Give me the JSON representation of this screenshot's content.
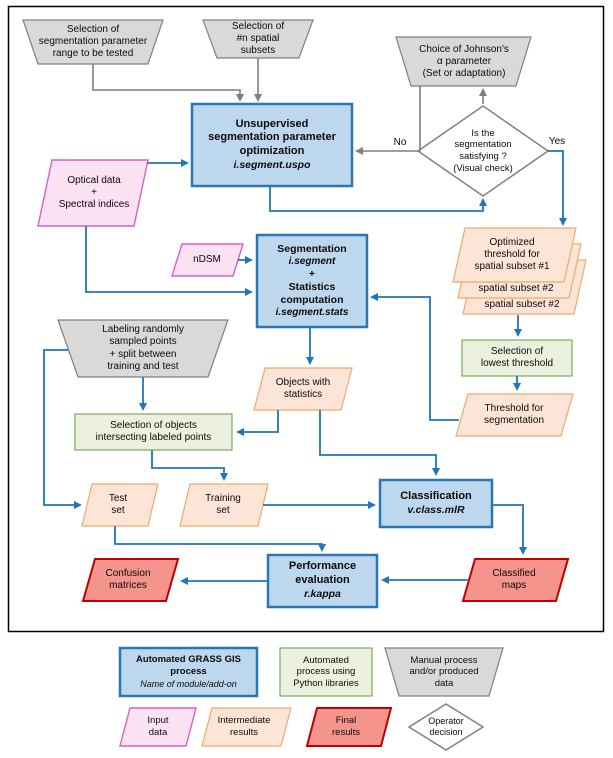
{
  "colors": {
    "process_fill": "#BDD7EE",
    "process_border": "#2E75B6",
    "python_fill": "#EBF1DE",
    "python_border": "#7CAC5C",
    "manual_fill": "#D9D9D9",
    "manual_border": "#808080",
    "input_fill": "#FBE2F3",
    "input_border": "#DD5EC4",
    "intermediate_fill": "#FCE4D6",
    "intermediate_border": "#EDAA6E",
    "final_fill": "#F4948C",
    "final_border": "#C00000",
    "decision_fill": "#FFFFFF",
    "decision_border": "#808080",
    "arrow_blue": "#1F76BC",
    "arrow_gray": "#7F7F7F",
    "frame_border": "#000000"
  },
  "nodes": {
    "sel_param_range": {
      "label": "Selection of\nsegmentation parameter\nrange to be tested"
    },
    "sel_subsets": {
      "label": "Selection of\n#n spatial\nsubsets"
    },
    "johnson": {
      "label": "Choice of Johnson's\nα parameter\n(Set or adaptation)"
    },
    "uspo": {
      "title": "Unsupervised\nsegmentation parameter\noptimization",
      "module": "i.segment.uspo"
    },
    "decision": {
      "label": "Is the\nsegmentation\nsatisfying ?\n(Visual check)",
      "no_label": "No",
      "yes_label": "Yes"
    },
    "optical": {
      "label": "Optical data\n+\nSpectral indices"
    },
    "ndsm": {
      "label": "nDSM"
    },
    "seg_stats": {
      "title1": "Segmentation",
      "module1": "i.segment",
      "plus": "+",
      "title2": "Statistics\ncomputation",
      "module2": "i.segment.stats"
    },
    "opt_threshold_1": {
      "label": "Optimized\nthreshold for\nspatial subset #1"
    },
    "opt_threshold_2": {
      "label": "spatial subset #2"
    },
    "opt_threshold_3": {
      "label": "spatial subset #2"
    },
    "lowest_threshold": {
      "label": "Selection of\nlowest threshold"
    },
    "threshold_seg": {
      "label": "Threshold for\nsegmentation"
    },
    "labeling": {
      "label": "Labeling randomly\nsampled points\n+ split between\ntraining and test"
    },
    "objects_stats": {
      "label": "Objects with\nstatistics"
    },
    "object_selection": {
      "label": "Selection of objects\nintersecting labeled points"
    },
    "test_set": {
      "label": "Test\nset"
    },
    "training_set": {
      "label": "Training\nset"
    },
    "classification": {
      "title": "Classification",
      "module": "v.class.mlR"
    },
    "performance": {
      "title": "Performance\nevaluation",
      "module": "r.kappa"
    },
    "confusion": {
      "label": "Confusion\nmatrices"
    },
    "classified": {
      "label": "Classified\nmaps"
    }
  },
  "legend": {
    "grass": {
      "title": "Automated GRASS GIS\nprocess",
      "module": "Name of module/add-on"
    },
    "python": {
      "label": "Automated\nprocess using\nPython libraries"
    },
    "manual": {
      "label": "Manual process\nand/or produced\ndata"
    },
    "input": {
      "label": "Input\ndata"
    },
    "intermediate": {
      "label": "Intermediate\nresults"
    },
    "final": {
      "label": "Final\nresults"
    },
    "operator": {
      "label": "Operator\ndecision"
    }
  }
}
